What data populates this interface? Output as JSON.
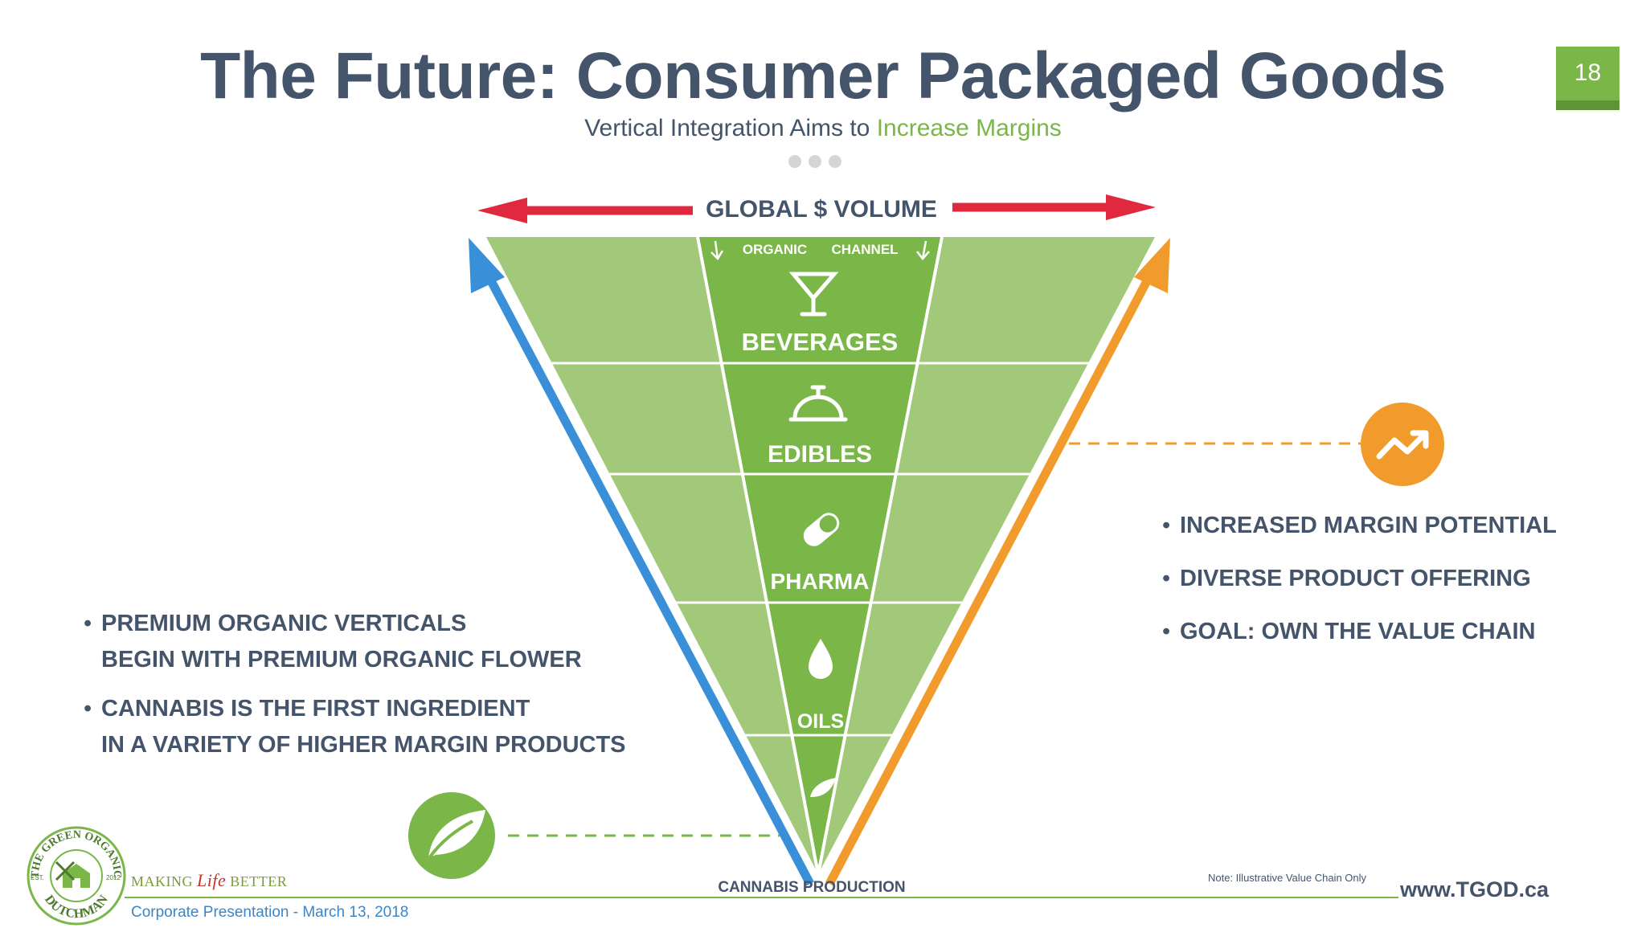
{
  "slide": {
    "title": "The Future: Consumer Packaged Goods",
    "subtitle_main": "Vertical Integration Aims to ",
    "subtitle_highlight": "Increase Margins",
    "page_number": "18"
  },
  "diagram": {
    "top_label": "GLOBAL $ VOLUME",
    "channel_left": "ORGANIC",
    "channel_right": "CHANNEL",
    "bottom_label": "CANNABIS PRODUCTION",
    "tiers": [
      {
        "label": "BEVERAGES",
        "icon": "cocktail-glass-icon"
      },
      {
        "label": "EDIBLES",
        "icon": "serving-cloche-icon"
      },
      {
        "label": "PHARMA",
        "icon": "pill-capsule-icon"
      },
      {
        "label": "OILS",
        "icon": "oil-drop-icon"
      },
      {
        "label": "",
        "icon": "leaf-icon"
      }
    ],
    "colors": {
      "outer_green": "#a2c97a",
      "inner_green": "#7ab648",
      "left_arrow": "#3a8fd9",
      "right_arrow": "#f19b2c",
      "volume_arrow": "#e0293f"
    }
  },
  "left_bullets": [
    {
      "line1": "PREMIUM ORGANIC VERTICALS",
      "line2": "BEGIN WITH PREMIUM ORGANIC FLOWER"
    },
    {
      "line1": "CANNABIS IS THE FIRST INGREDIENT",
      "line2": "IN A VARIETY OF HIGHER MARGIN PRODUCTS"
    }
  ],
  "right_bullets": [
    "INCREASED MARGIN POTENTIAL",
    "DIVERSE PRODUCT OFFERING",
    "GOAL: OWN THE VALUE CHAIN"
  ],
  "footer": {
    "tagline_pre": "MAKING ",
    "tagline_life": "Life",
    "tagline_post": " BETTER",
    "presentation": "Corporate Presentation - March 13, 2018",
    "note": "Note: Illustrative Value Chain Only",
    "url": "www.TGOD.ca",
    "logo_text_top": "THE GREEN ORGANIC",
    "logo_text_bottom": "DUTCHMAN",
    "logo_est": "EST.",
    "logo_year": "2012"
  }
}
